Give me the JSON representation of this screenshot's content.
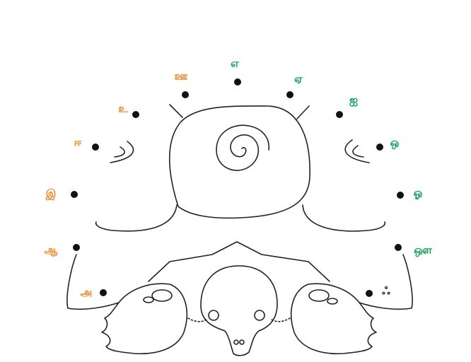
{
  "puzzle": {
    "type": "connect-the-dots",
    "colors": {
      "left_labels": "#ef8a2a",
      "right_labels": "#12a05a",
      "special_label": "#222222",
      "dot": "#111111",
      "outline": "#222222"
    },
    "dots": [
      {
        "id": 1,
        "label": "அ"
      },
      {
        "id": 2,
        "label": "ஆ"
      },
      {
        "id": 3,
        "label": "இ"
      },
      {
        "id": 4,
        "label": "ஈ"
      },
      {
        "id": 5,
        "label": "உ"
      },
      {
        "id": 6,
        "label": "ஊ"
      },
      {
        "id": 7,
        "label": "எ"
      },
      {
        "id": 8,
        "label": "ஏ"
      },
      {
        "id": 9,
        "label": "ஐ"
      },
      {
        "id": 10,
        "label": "ஒ"
      },
      {
        "id": 11,
        "label": "ஓ"
      },
      {
        "id": 12,
        "label": "ஔ"
      },
      {
        "id": 13,
        "label": "ஃ"
      }
    ]
  }
}
